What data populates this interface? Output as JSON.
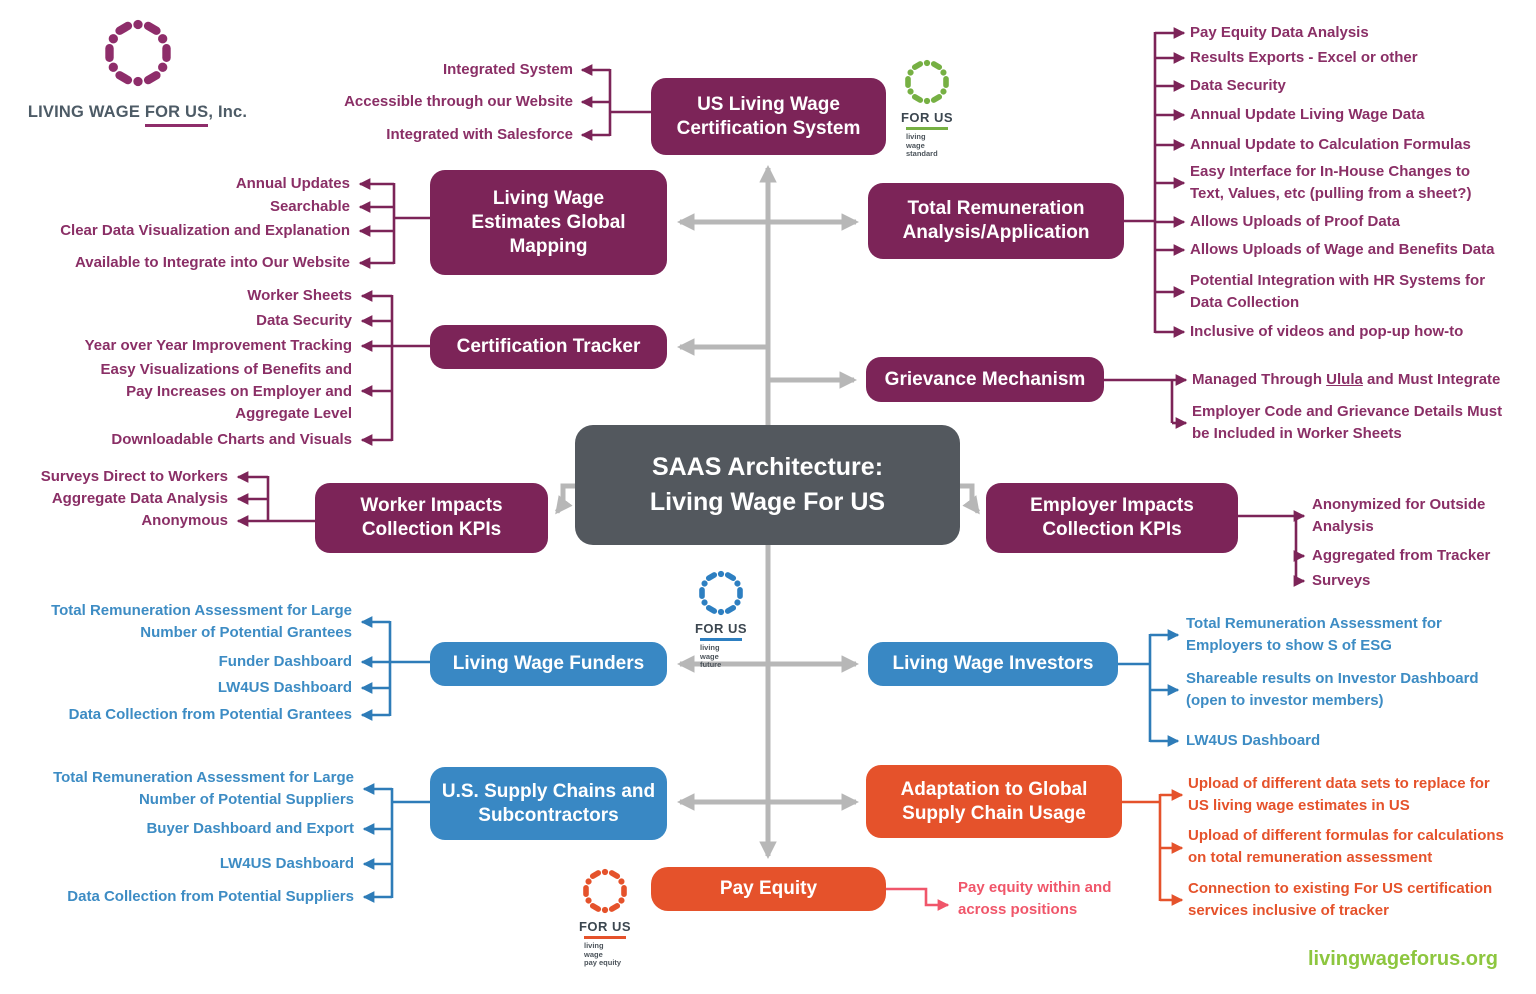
{
  "colors": {
    "purple": "#7c2458",
    "blue": "#3988c4",
    "orange": "#e5522b",
    "pink": "#f0566a",
    "center_gray": "#53585e",
    "connector_gray": "#b7b7b7",
    "logo_green": "#76b043",
    "url_green": "#8dc63f"
  },
  "company": {
    "label_pre": "LIVING WAGE ",
    "label_mid": "FOR US",
    "label_post": ", Inc."
  },
  "center_box": {
    "line1": "SAAS Architecture:",
    "line2": "Living Wage For US"
  },
  "footer": {
    "url": "livingwageforus.org"
  },
  "logos": {
    "standard": {
      "brand": "FOR US",
      "tagline": [
        "living",
        "wage",
        "standard"
      ]
    },
    "future": {
      "brand": "FOR US",
      "tagline": [
        "living",
        "wage",
        "future"
      ]
    },
    "pay_equity": {
      "brand": "FOR US",
      "tagline": [
        "living",
        "wage",
        "pay equity"
      ]
    }
  },
  "boxes": {
    "cert_system": "US Living Wage Certification System",
    "mapping": "Living Wage Estimates Global Mapping",
    "tracker": "Certification Tracker",
    "remuneration": "Total Remuneration Analysis/Application",
    "grievance": "Grievance Mechanism",
    "worker_kpis": "Worker Impacts Collection KPIs",
    "employer_kpis": "Employer Impacts Collection KPIs",
    "funders": "Living Wage Funders",
    "investors": "Living Wage Investors",
    "supply_chains": "U.S. Supply Chains and Subcontractors",
    "adaptation": "Adaptation to Global Supply Chain Usage",
    "pay_equity": "Pay Equity"
  },
  "items": {
    "cert_system": [
      "Integrated System",
      "Accessible through our Website",
      "Integrated with Salesforce"
    ],
    "mapping": [
      "Annual Updates",
      "Searchable",
      "Clear Data Visualization and Explanation",
      "Available to Integrate into Our Website"
    ],
    "tracker": [
      "Worker Sheets",
      "Data Security",
      "Year over Year Improvement Tracking",
      "Easy Visualizations of Benefits and\nPay Increases on Employer and\nAggregate Level",
      "Downloadable Charts and Visuals"
    ],
    "remuneration": [
      "Pay Equity Data Analysis",
      "Results Exports - Excel or other",
      "Data Security",
      "Annual Update Living Wage Data",
      "Annual Update to Calculation Formulas",
      "Easy Interface for In-House Changes to\nText, Values, etc (pulling from a sheet?)",
      "Allows Uploads of Proof Data",
      "Allows Uploads of Wage and Benefits Data",
      "Potential Integration with HR Systems for\nData Collection",
      "Inclusive of videos and pop-up how-to"
    ],
    "grievance": {
      "managed_prefix": "Managed Through ",
      "managed_link": "Ulula",
      "managed_suffix": " and Must Integrate",
      "second": "Employer Code and Grievance Details Must\nbe Included in Worker Sheets"
    },
    "worker_kpis": [
      "Surveys Direct to Workers",
      "Aggregate Data Analysis",
      "Anonymous"
    ],
    "employer_kpis": [
      "Anonymized for Outside\nAnalysis",
      "Aggregated from Tracker",
      "Surveys"
    ],
    "funders": [
      "Total Remuneration Assessment for Large\nNumber of Potential Grantees",
      "Funder Dashboard",
      "LW4US Dashboard",
      "Data Collection from Potential Grantees"
    ],
    "investors": [
      "Total Remuneration Assessment for\nEmployers to show S of ESG",
      "Shareable results on Investor Dashboard\n(open to investor members)",
      "LW4US Dashboard"
    ],
    "supply_chains": [
      "Total Remuneration Assessment for Large\nNumber of Potential Suppliers",
      "Buyer Dashboard and Export",
      "LW4US Dashboard",
      "Data Collection from Potential Suppliers"
    ],
    "adaptation": [
      "Upload of different data sets to replace for\nUS living wage estimates in US",
      "Upload of different formulas for calculations\non total remuneration assessment",
      "Connection to existing For US certification\nservices inclusive of tracker"
    ],
    "pay_equity": [
      "Pay equity within and\nacross positions"
    ]
  }
}
